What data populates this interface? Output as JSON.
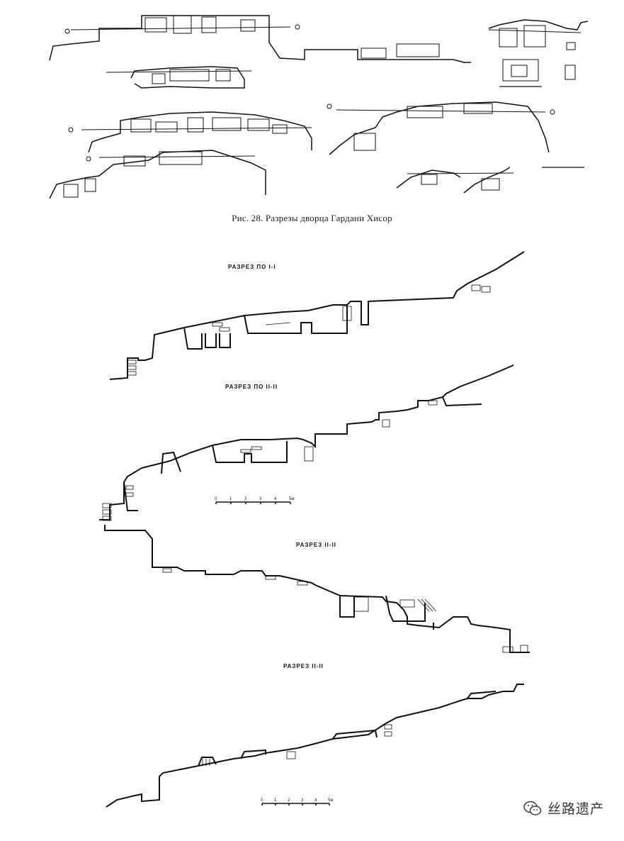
{
  "figure": {
    "caption": "Рис. 28. Разрезы дворца Гардани Хисор"
  },
  "sections": [
    {
      "label": "РАЗРЕЗ ПО I-I"
    },
    {
      "label": "РАЗРЕЗ ПО II-II"
    },
    {
      "label": "РАЗРЕЗ II-II"
    },
    {
      "label": "РАЗРЕЗ II-II"
    }
  ],
  "scale_bars": [
    {
      "ticks": [
        "0",
        "1",
        "2",
        "3",
        "4",
        "5м"
      ]
    },
    {
      "ticks": [
        "0",
        "1",
        "2",
        "3",
        "4",
        "5м"
      ]
    }
  ],
  "watermark": {
    "text": "丝路遗产",
    "icon": "wechat-icon"
  }
}
